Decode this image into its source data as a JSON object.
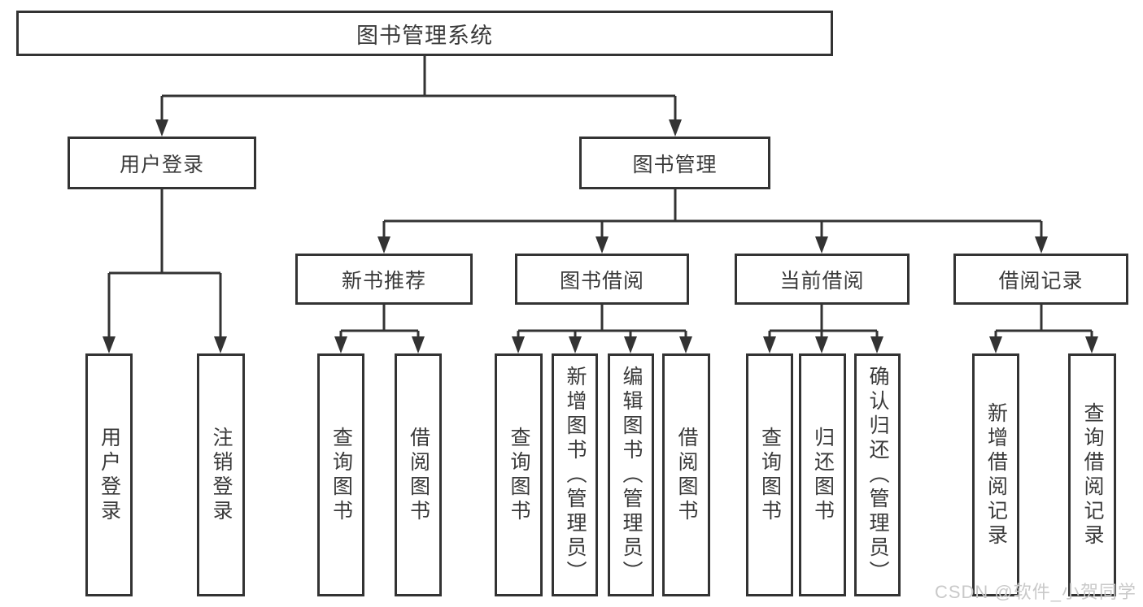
{
  "diagram": {
    "title": "图书管理系统",
    "level1": [
      {
        "id": "user-login",
        "label": "用户登录"
      },
      {
        "id": "book-management",
        "label": "图书管理"
      }
    ],
    "level2": [
      {
        "id": "new-book-recommend",
        "label": "新书推荐"
      },
      {
        "id": "book-borrowing",
        "label": "图书借阅"
      },
      {
        "id": "current-borrowing",
        "label": "当前借阅"
      },
      {
        "id": "borrow-records",
        "label": "借阅记录"
      }
    ],
    "leaves": {
      "user_login": [
        "用户登录",
        "注销登录"
      ],
      "new_book_recommend": [
        "查询图书",
        "借阅图书"
      ],
      "book_borrowing": [
        "查询图书",
        "新增图书（管理员）",
        "编辑图书（管理员）",
        "借阅图书"
      ],
      "current_borrowing": [
        "查询图书",
        "归还图书",
        "确认归还（管理员）"
      ],
      "borrow_records": [
        "新增借阅记录",
        "查询借阅记录"
      ]
    },
    "colors": {
      "line": "#333333",
      "text": "#3a3a3a",
      "box_background": "#ffffff",
      "watermark": "#c9c9c9"
    },
    "watermark": "CSDN @软件_小贺同学"
  }
}
